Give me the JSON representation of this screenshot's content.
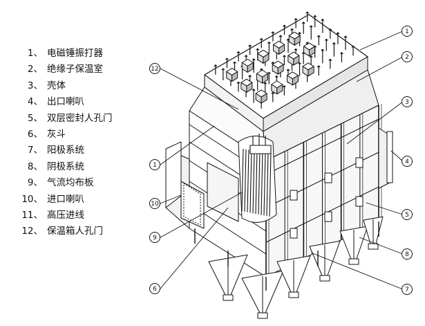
{
  "legend": [
    {
      "num": "1、",
      "label": "电磁锤振打器"
    },
    {
      "num": "2、",
      "label": "绝缘子保温室"
    },
    {
      "num": "3、",
      "label": "壳体"
    },
    {
      "num": "4、",
      "label": "出口喇叭"
    },
    {
      "num": "5、",
      "label": "双层密封人孔门"
    },
    {
      "num": "6、",
      "label": "灰斗"
    },
    {
      "num": "7、",
      "label": "阳极系统"
    },
    {
      "num": "8、",
      "label": "阴极系统"
    },
    {
      "num": "9、",
      "label": "气流均布板"
    },
    {
      "num": "10、",
      "label": "进口喇叭"
    },
    {
      "num": "11、",
      "label": "高压进线"
    },
    {
      "num": "12、",
      "label": "保温箱人孔门"
    }
  ],
  "callouts": [
    {
      "text": "1"
    },
    {
      "text": "2"
    },
    {
      "text": "3"
    },
    {
      "text": "4"
    },
    {
      "text": "5"
    },
    {
      "text": "8"
    },
    {
      "text": "7"
    },
    {
      "text": "12"
    },
    {
      "text": "1"
    },
    {
      "text": "10"
    },
    {
      "text": "9"
    },
    {
      "text": "6"
    }
  ]
}
